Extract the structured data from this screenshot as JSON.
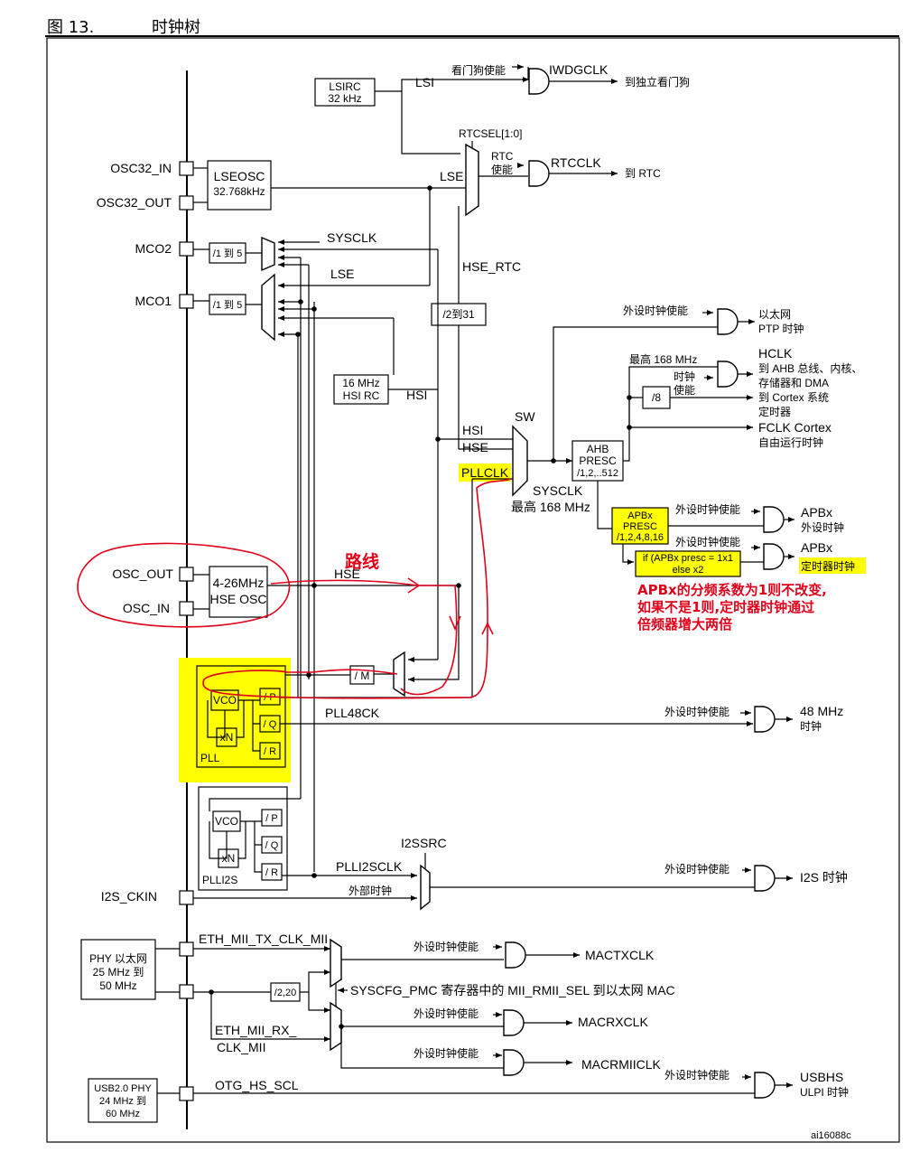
{
  "figure": {
    "number": "图 13.",
    "title": "时钟树",
    "id": "ai16088c"
  },
  "pins": {
    "osc32_in": "OSC32_IN",
    "osc32_out": "OSC32_OUT",
    "mco2": "MCO2",
    "mco1": "MCO1",
    "osc_out": "OSC_OUT",
    "osc_in": "OSC_IN",
    "i2s_ckin": "I2S_CKIN"
  },
  "blocks": {
    "lsirc": [
      "LSIRC",
      "32 kHz"
    ],
    "lseosc": [
      "LSEOSC",
      "32.768kHz"
    ],
    "mco2_div": "/1 到 5",
    "mco1_div": "/1 到 5",
    "hsirc": [
      "16 MHz",
      "HSI RC"
    ],
    "rtc_div": "/2到31",
    "hseosc": [
      "4-26MHz",
      "HSE OSC"
    ],
    "ahb": [
      "AHB",
      "PRESC",
      "/1,2,..512"
    ],
    "div8": "/8",
    "apb": [
      "APBx",
      "PRESC",
      "/1,2,4,8,16"
    ],
    "tim_mul": [
      "if (APBx presc = 1x1",
      "else x2"
    ],
    "pll_m": "/ M",
    "pll": {
      "label": "PLL",
      "vco": "VCO",
      "xn": "xN",
      "p": "/ P",
      "q": "/ Q",
      "r": "/ R"
    },
    "plli2s": {
      "label": "PLLI2S",
      "vco": "VCO",
      "xn": "xN",
      "p": "/ P",
      "q": "/ Q",
      "r": "/ R"
    },
    "phy_eth": [
      "PHY 以太网",
      "25 MHz 到",
      "50 MHz"
    ],
    "div220": "/2,20",
    "phy_usb": [
      "USB2.0 PHY",
      "24 MHz 到",
      "60 MHz"
    ]
  },
  "signals": {
    "lsi": "LSI",
    "rtcsel": "RTCSEL[1:0]",
    "lse": "LSE",
    "sysclk": "SYSCLK",
    "lse2": "LSE",
    "hse_rtc": "HSE_RTC",
    "hsi": "HSI",
    "hsi2": "HSI",
    "hse2": "HSE",
    "sw": "SW",
    "pllclk": "PLLCLK",
    "sysclk2": "SYSCLK",
    "max168": "最高 168 MHz",
    "hse": "HSE",
    "pll48ck": "PLL48CK",
    "i2ssrc": "I2SSRC",
    "plli2sclk": "PLLI2SCLK",
    "ext_clk": "外部时钟",
    "eth_tx": "ETH_MII_TX_CLK_MII",
    "eth_rx1": "ETH_MII_RX_",
    "eth_rx2": "CLK_MII",
    "syscfg": "SYSCFG_PMC 寄存器中的 MII_RMII_SEL 到以太网 MAC",
    "otg": "OTG_HS_SCL",
    "ahb_max": "最高 168 MHz",
    "clk_en1": "时钟",
    "clk_en2": "使能"
  },
  "enables": {
    "iwdg": "看门狗使能",
    "rtc1": "RTC",
    "rtc2": "使能",
    "ptp": "外设时钟使能",
    "apb": "外设时钟使能",
    "apbtim": "外设时钟使能",
    "usbfs": "外设时钟使能",
    "i2s": "外设时钟使能",
    "mactx": "外设时钟使能",
    "macrx": "外设时钟使能",
    "macrmii": "外设时钟使能",
    "usbhs": "外设时钟使能"
  },
  "outputs": {
    "iwdgclk": "IWDGCLK",
    "iwdg_to": "到独立看门狗",
    "rtcclk": "RTCCLK",
    "rtc_to": "到 RTC",
    "ptp1": "以太网",
    "ptp2": "PTP 时钟",
    "hclk": [
      "HCLK",
      "到 AHB 总线、内核、",
      "存储器和 DMA"
    ],
    "cortex": [
      "到 Cortex 系统",
      "定时器"
    ],
    "fclk": [
      "FCLK Cortex",
      "自由运行时钟"
    ],
    "apbx": [
      "APBx",
      "外设时钟"
    ],
    "apbtim": [
      "APBx",
      "定时器时钟"
    ],
    "usb48": [
      "48 MHz",
      "时钟"
    ],
    "i2s": "I2S 时钟",
    "mactx": "MACTXCLK",
    "macrx": "MACRXCLK",
    "macrmii": "MACRMIICLK",
    "usbhs": [
      "USBHS",
      "ULPI 时钟"
    ]
  },
  "annotations": {
    "route": "路线",
    "note": [
      "APBx的分频系数为1则不改变,",
      "如果不是1则,定时器时钟通过",
      "倍频器增大两倍"
    ],
    "highlight": "#ffff00",
    "annot_red": "#e0001a"
  }
}
